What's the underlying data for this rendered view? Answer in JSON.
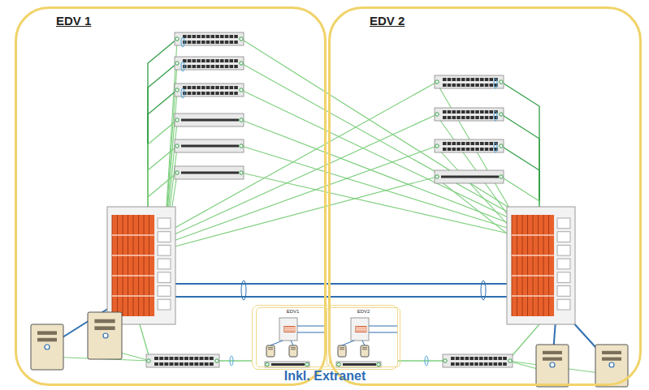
{
  "diagram": {
    "nodes": [
      {
        "text": [
          "EDV 1"
        ]
      },
      {
        "text": [
          "EDV 2"
        ]
      },
      {
        "text": [
          "Inkl. Extranet"
        ]
      },
      {
        "text": [
          "EDV1"
        ],
        "in": 2
      },
      {
        "text": [
          "EDV2"
        ],
        "in": 2
      }
    ]
  }
}
